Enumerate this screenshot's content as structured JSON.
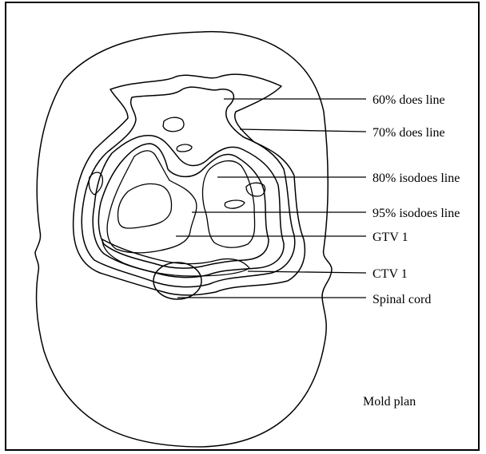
{
  "labels": {
    "dose60": "60% does line",
    "dose70": "70% does line",
    "iso80": "80% isodoes line",
    "iso95": "95% isodoes line",
    "gtv": "GTV 1",
    "ctv": "CTV 1",
    "spinal_cord": "Spinal cord",
    "caption": "Mold plan"
  }
}
